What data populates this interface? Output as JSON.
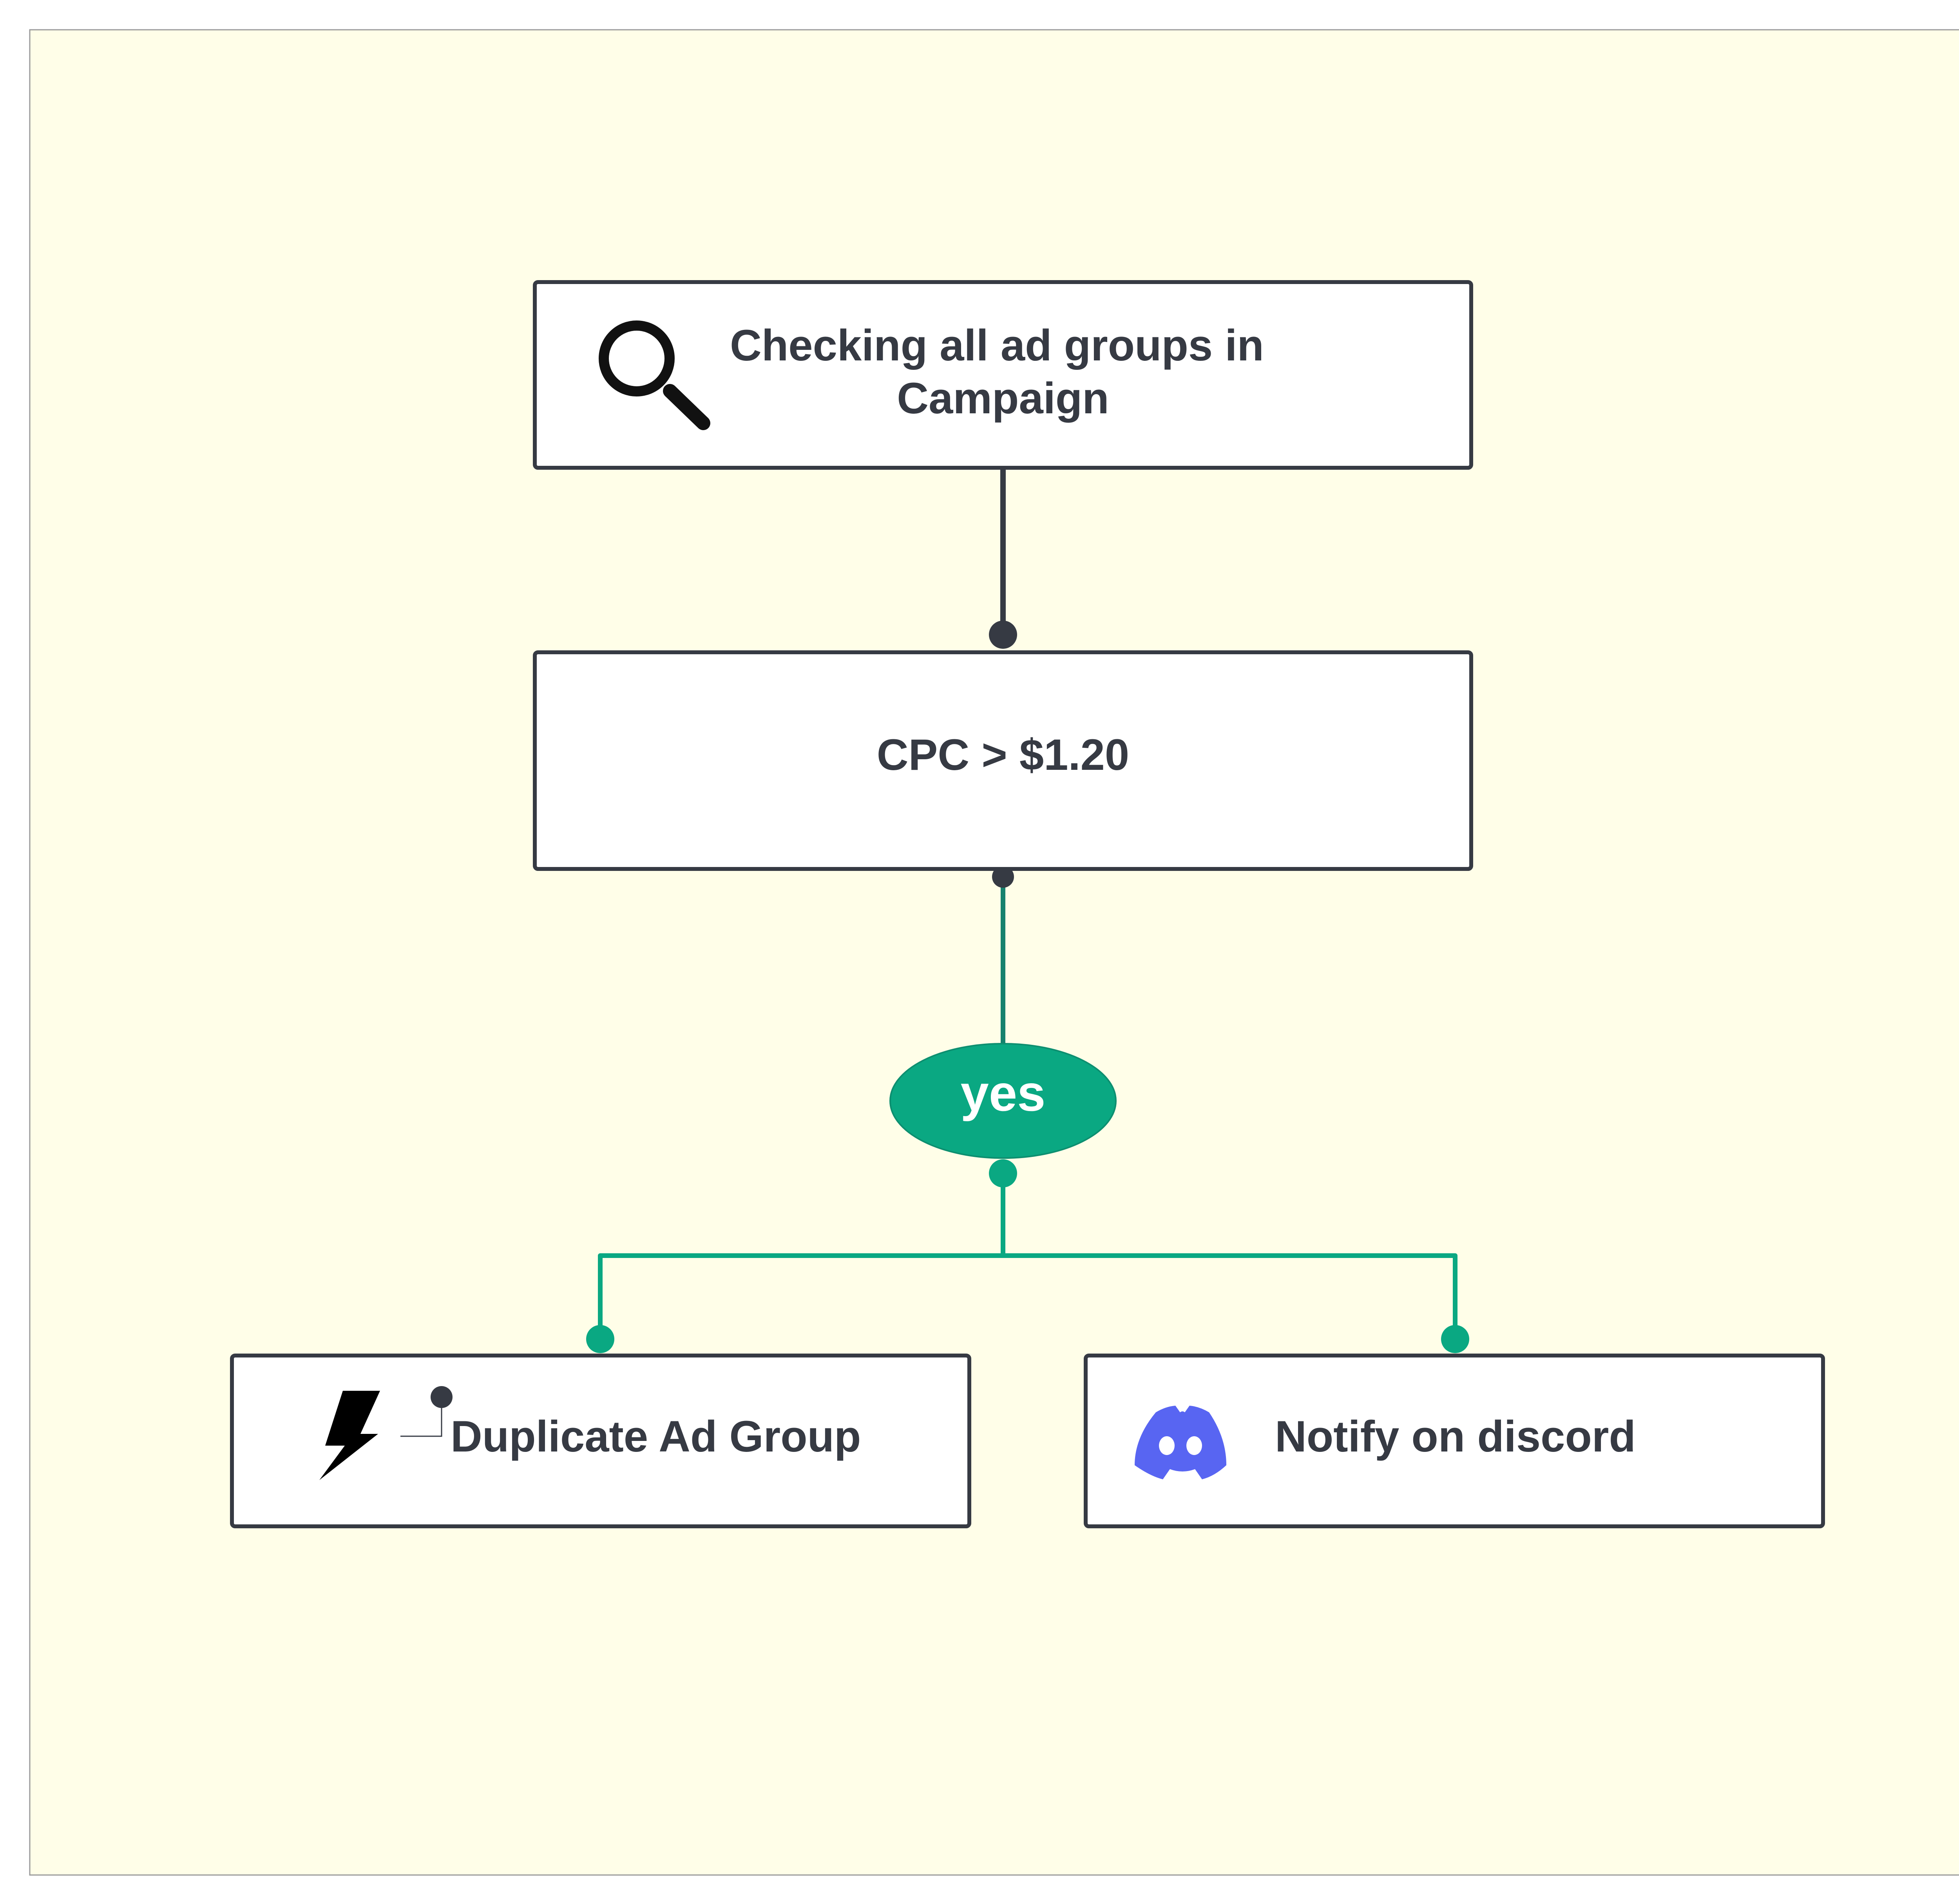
{
  "diagram": {
    "colors": {
      "canvas_background": "#fffee8",
      "canvas_border": "#9a9a9a",
      "node_fill": "#ffffff",
      "node_border": "#363a43",
      "text": "#363a43",
      "connector_dark": "#363a43",
      "connector_green": "#0aa882",
      "connector_teal": "#16826e",
      "label_fill": "#0aa882",
      "label_text": "#ffffff",
      "discord_brand": "#5865f2"
    },
    "nodes": {
      "check": {
        "line1": "Checking all ad groups in",
        "line2": "Campaign",
        "icon": "search-icon"
      },
      "condition": {
        "text": "CPC > $1.20"
      },
      "duplicate": {
        "text": "Duplicate Ad Group",
        "icon": "lightning-bolt-icon"
      },
      "notify": {
        "text": "Notify on discord",
        "icon": "discord-icon"
      }
    },
    "branch_label": {
      "text": "yes"
    },
    "edges": [
      {
        "from": "check",
        "to": "condition"
      },
      {
        "from": "condition",
        "to": "branch_label"
      },
      {
        "from": "branch_label",
        "to": "duplicate"
      },
      {
        "from": "branch_label",
        "to": "notify"
      }
    ]
  }
}
